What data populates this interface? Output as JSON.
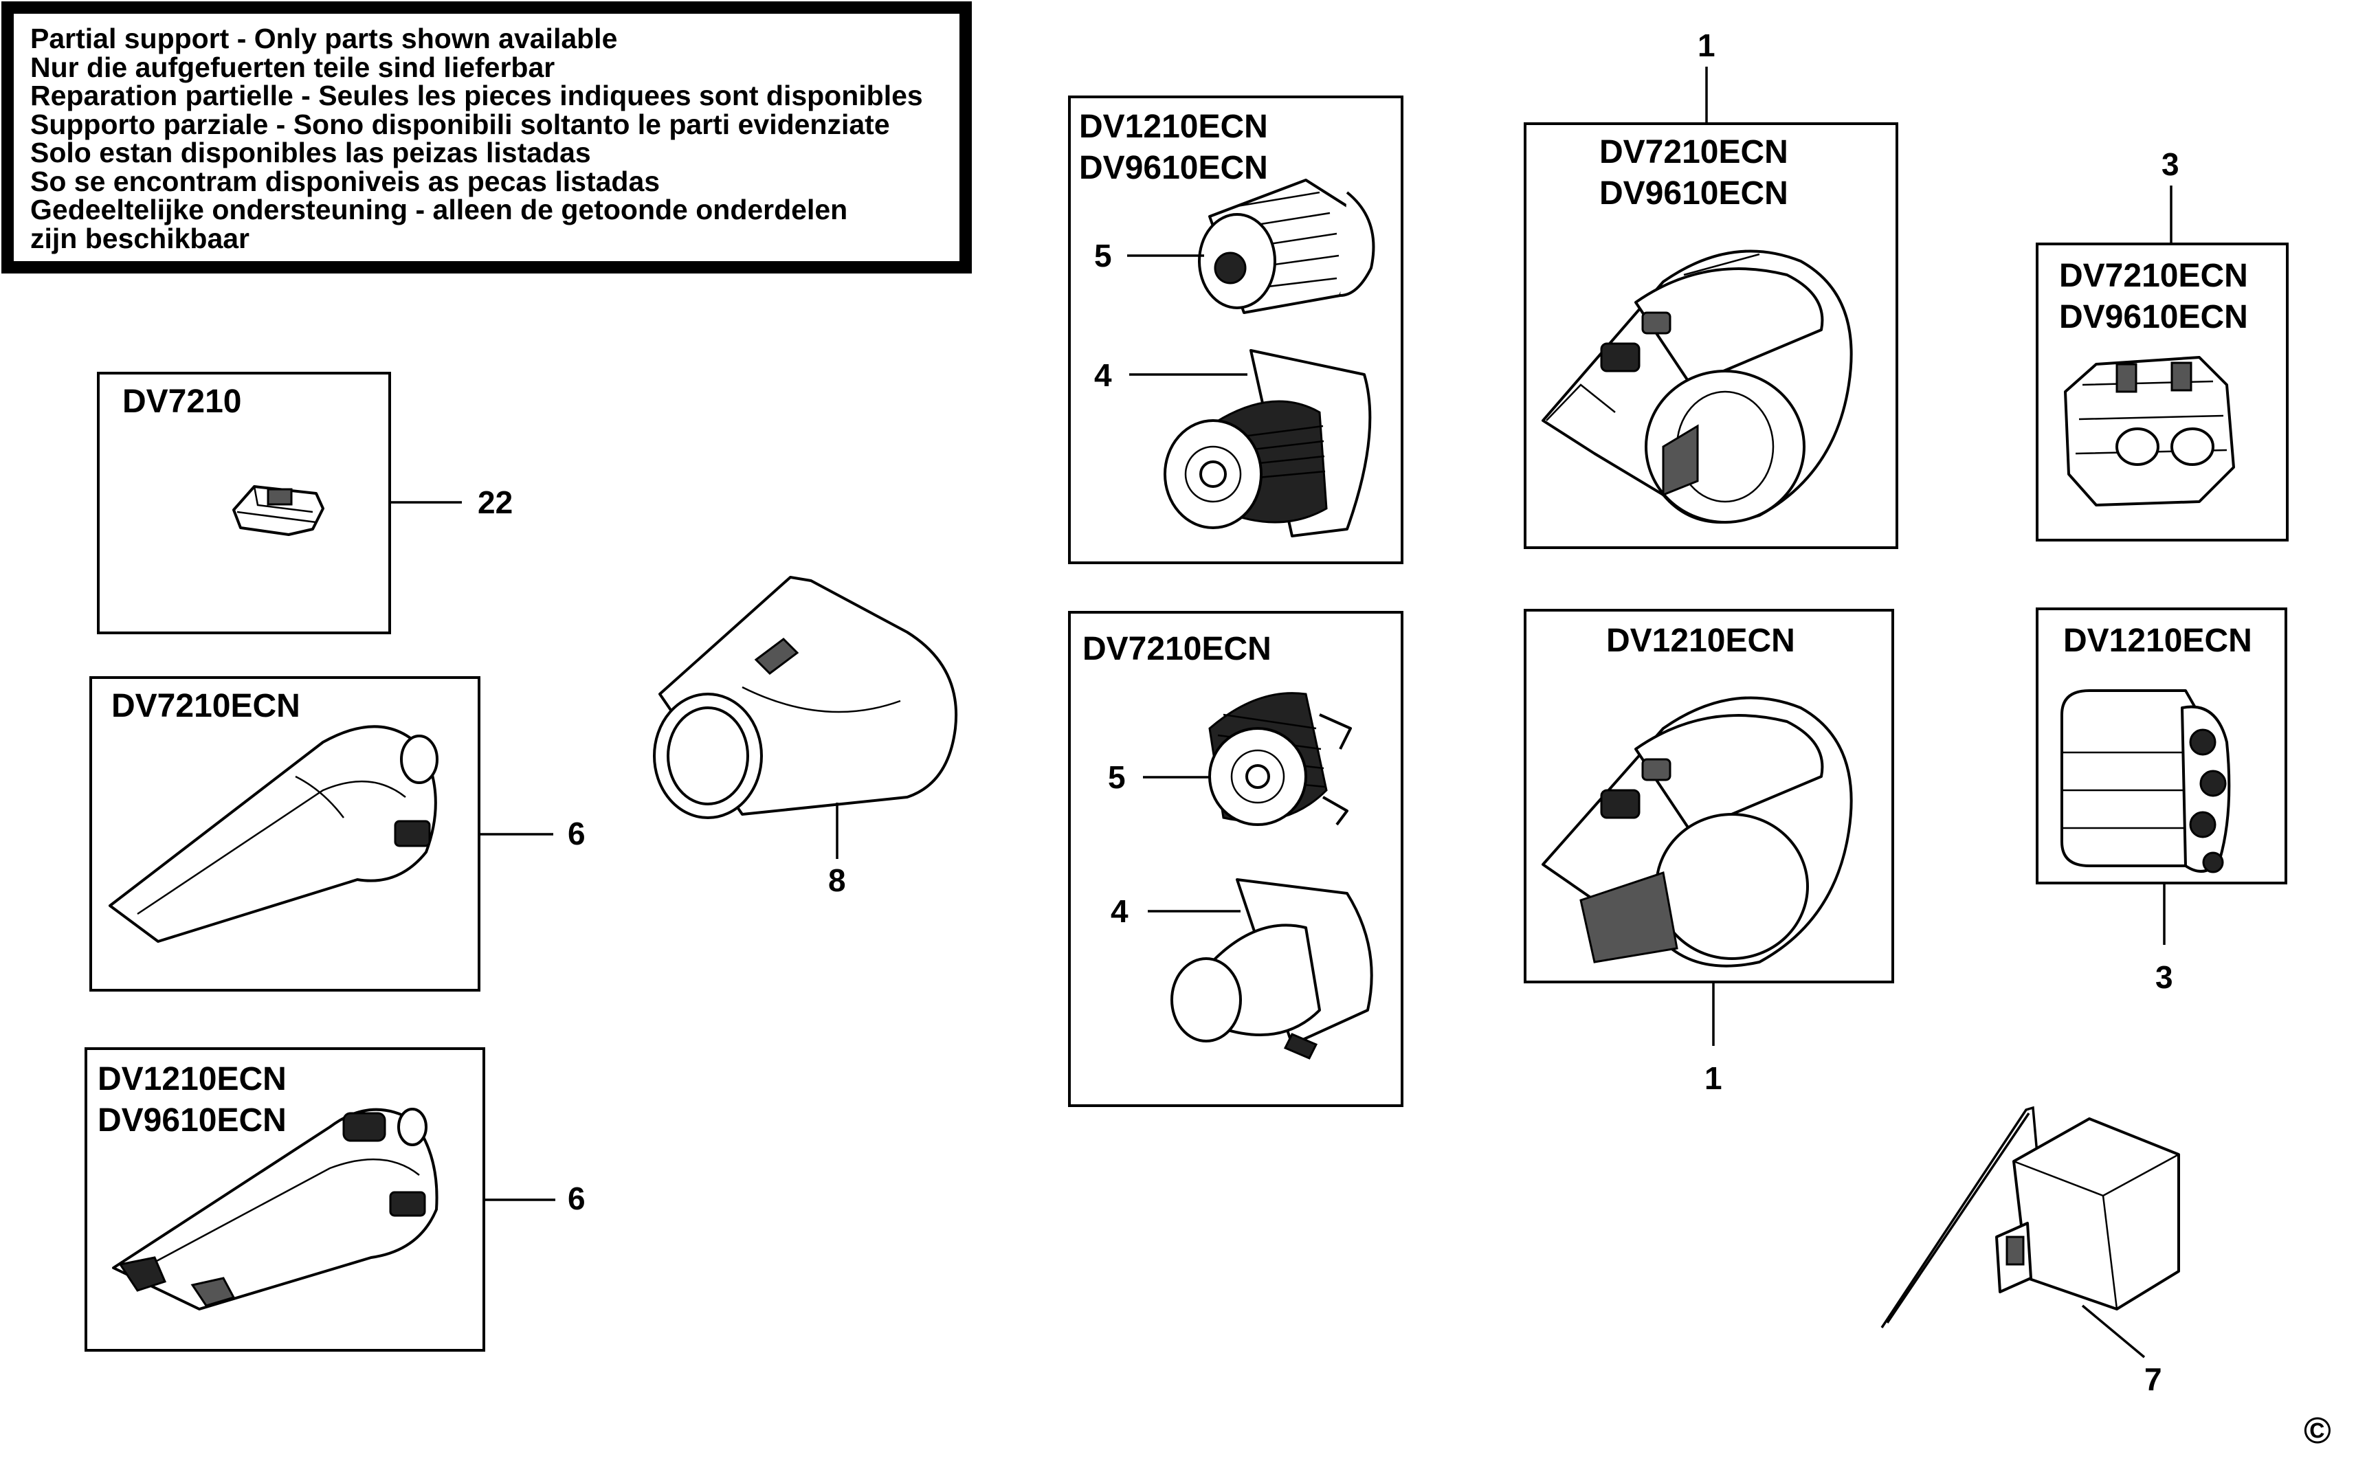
{
  "notice": {
    "lines": [
      "Partial support - Only parts shown available",
      "Nur die aufgefuerten teile sind lieferbar",
      "Reparation partielle - Seules les pieces indiquees sont disponibles",
      "Supporto parziale - Sono disponibili soltanto le parti evidenziate",
      "Solo estan disponibles las peizas listadas",
      "So se encontram disponiveis as pecas listadas",
      "Gedeeltelijke ondersteuning - alleen de getoonde onderdelen",
      "zijn beschikbaar"
    ]
  },
  "groups": {
    "dv7210_clip": {
      "models": [
        "DV7210"
      ],
      "callout": "22"
    },
    "nozzle_7210": {
      "models": [
        "DV7210ECN"
      ],
      "callout": "6"
    },
    "nozzle_1210": {
      "models": [
        "DV1210ECN",
        "DV9610ECN"
      ],
      "callout": "6"
    },
    "bowl": {
      "callout": "8"
    },
    "filters_1210": {
      "models": [
        "DV1210ECN",
        "DV9610ECN"
      ],
      "callouts": [
        "5",
        "4"
      ]
    },
    "filters_7210": {
      "models": [
        "DV7210ECN"
      ],
      "callouts": [
        "5",
        "4"
      ]
    },
    "motor_7210": {
      "models": [
        "DV7210ECN",
        "DV9610ECN"
      ],
      "callout": "1"
    },
    "motor_1210": {
      "models": [
        "DV1210ECN"
      ],
      "callout": "1"
    },
    "battery_7210": {
      "models": [
        "DV7210ECN",
        "DV9610ECN"
      ],
      "callout": "3"
    },
    "battery_1210": {
      "models": [
        "DV1210ECN"
      ],
      "callout": "3"
    },
    "charger": {
      "callout": "7"
    }
  },
  "copyright": "©"
}
